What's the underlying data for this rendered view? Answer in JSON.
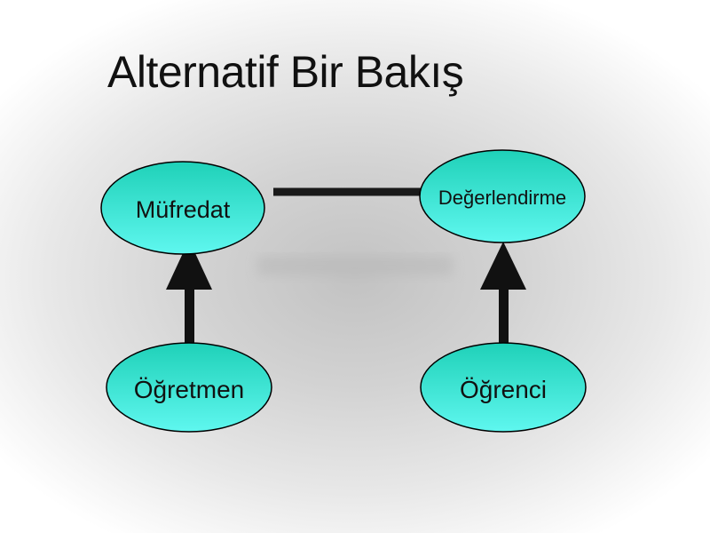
{
  "slide": {
    "title": "Alternatif Bir Bakış"
  },
  "nodes": {
    "mufredat": {
      "label": "Müfredat"
    },
    "degerlendirme": {
      "label": "Değerlendirme"
    },
    "ogretmen": {
      "label": "Öğretmen"
    },
    "ogrenci": {
      "label": "Öğrenci"
    }
  },
  "edges": [
    {
      "from": "mufredat",
      "to": "degerlendirme",
      "style": "line"
    },
    {
      "from": "ogretmen",
      "to": "mufredat",
      "style": "arrow"
    },
    {
      "from": "ogrenci",
      "to": "degerlendirme",
      "style": "arrow"
    }
  ],
  "colors": {
    "node_fill_top": "#1fd1b8",
    "node_fill_bottom": "#5ff7ef",
    "node_stroke": "#000000",
    "connector": "#1a1a1a",
    "title_text": "#111111"
  }
}
